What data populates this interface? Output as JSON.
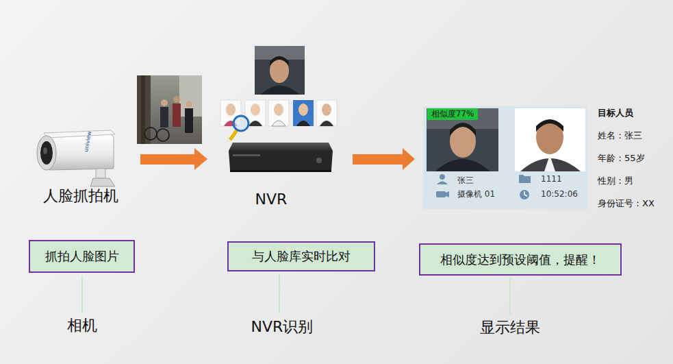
{
  "diagram": {
    "nodes": [
      {
        "text": [
          "张三",
          "1111",
          "摄像机 01",
          "10:52:06"
        ]
      },
      {
        "text": [
          "相似度77%"
        ],
        "in": 0
      },
      {
        "text": [
          "抓拍人脸图片"
        ]
      },
      {
        "text": [
          "与人脸库实时比对"
        ]
      },
      {
        "text": [
          "相似度达到预设阈值，提醒！"
        ]
      }
    ],
    "labels": [
      "人脸抓拍机",
      "NVR",
      "目标人员",
      "姓名：张三",
      "年龄：55岁",
      "性别：男",
      "身份证号：XX",
      "相机",
      "NVR识别",
      "显示结果"
    ]
  }
}
